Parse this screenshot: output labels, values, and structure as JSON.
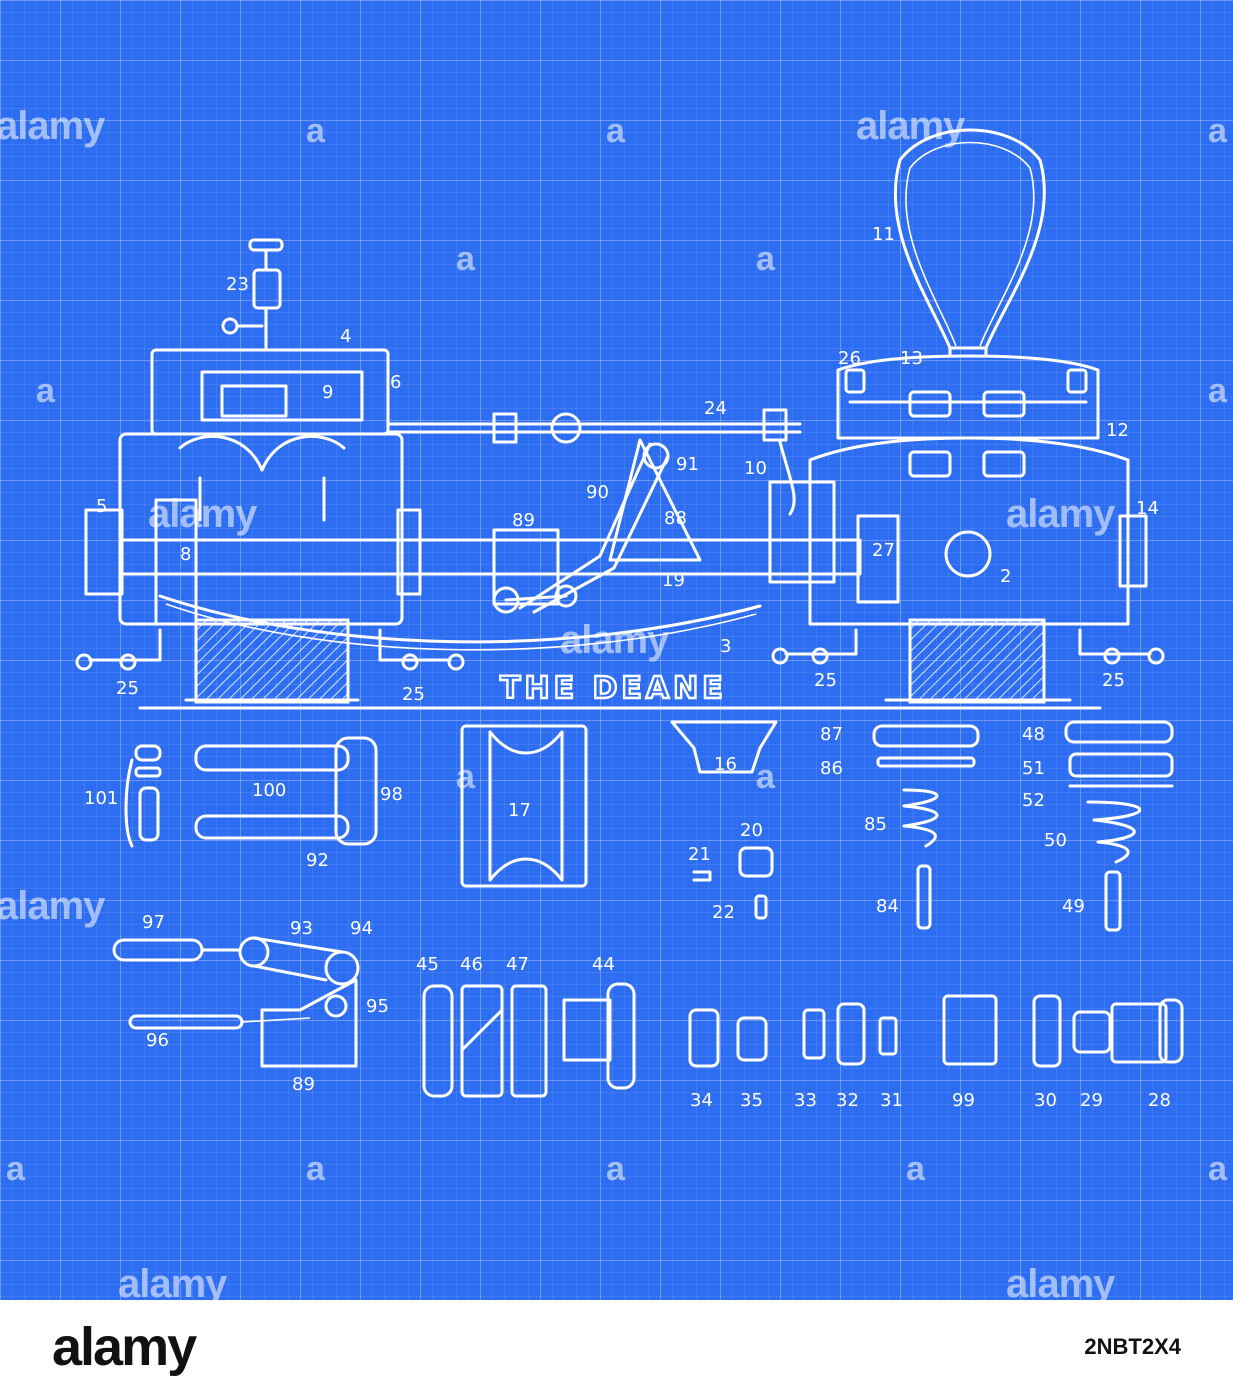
{
  "drawing": {
    "nameplate": "THE DEANE",
    "labels": [
      "23",
      "4",
      "9",
      "6",
      "24",
      "91",
      "10",
      "26",
      "13",
      "11",
      "12",
      "14",
      "5",
      "8",
      "89",
      "90",
      "88",
      "19",
      "27",
      "2",
      "3",
      "25",
      "25",
      "25",
      "25",
      "101",
      "100",
      "98",
      "92",
      "17",
      "16",
      "21",
      "20",
      "22",
      "87",
      "86",
      "85",
      "84",
      "48",
      "51",
      "52",
      "50",
      "49",
      "97",
      "93",
      "94",
      "95",
      "96",
      "89",
      "45",
      "46",
      "47",
      "44",
      "34",
      "35",
      "33",
      "32",
      "31",
      "99",
      "30",
      "29",
      "28"
    ]
  },
  "watermark": {
    "brand": "alamy",
    "mark": "a"
  },
  "footer": {
    "brand": "alamy",
    "stock_id": "2NBT2X4"
  },
  "colors": {
    "background": "#2d6df2",
    "lines": "#ffffff",
    "footer_bg": "#ffffff",
    "footer_text": "#111111"
  }
}
